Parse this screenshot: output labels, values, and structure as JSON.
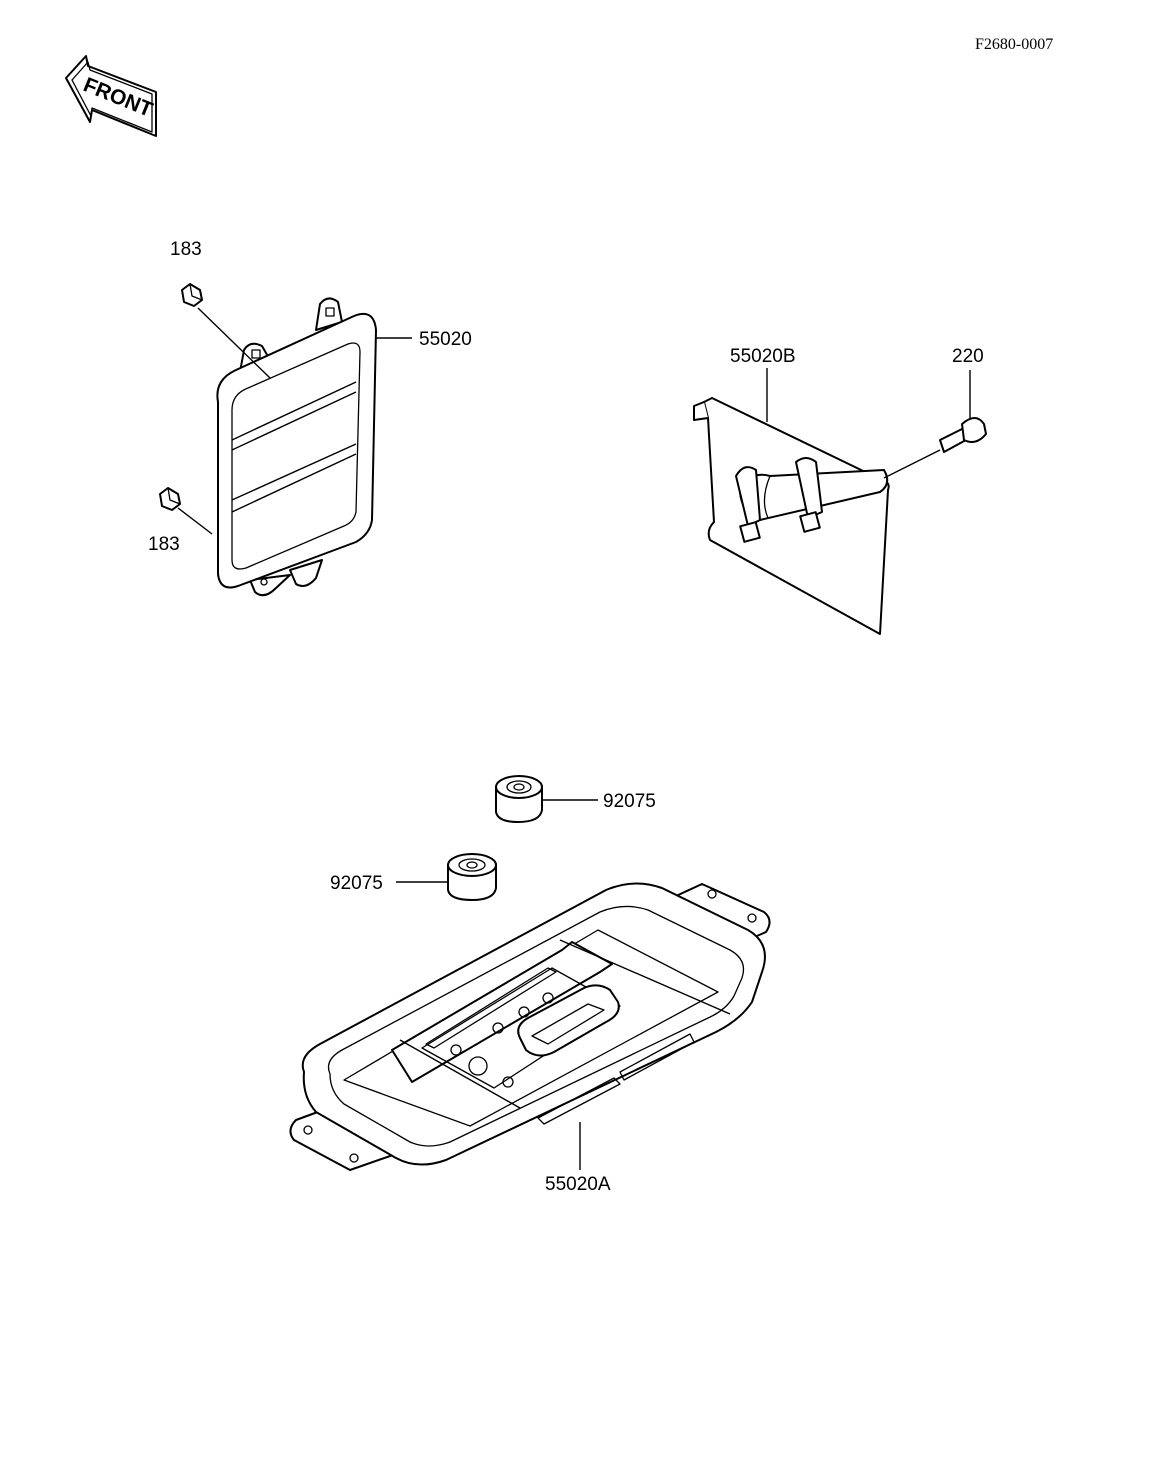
{
  "diagram": {
    "figure_code": "F2680-0007",
    "front_label": "FRONT",
    "callouts": [
      {
        "id": "183-top",
        "text": "183"
      },
      {
        "id": "183-bottom",
        "text": "183"
      },
      {
        "id": "55020",
        "text": "55020"
      },
      {
        "id": "55020B",
        "text": "55020B"
      },
      {
        "id": "220",
        "text": "220"
      },
      {
        "id": "92075-upper",
        "text": "92075"
      },
      {
        "id": "92075-lower",
        "text": "92075"
      },
      {
        "id": "55020A",
        "text": "55020A"
      }
    ]
  }
}
